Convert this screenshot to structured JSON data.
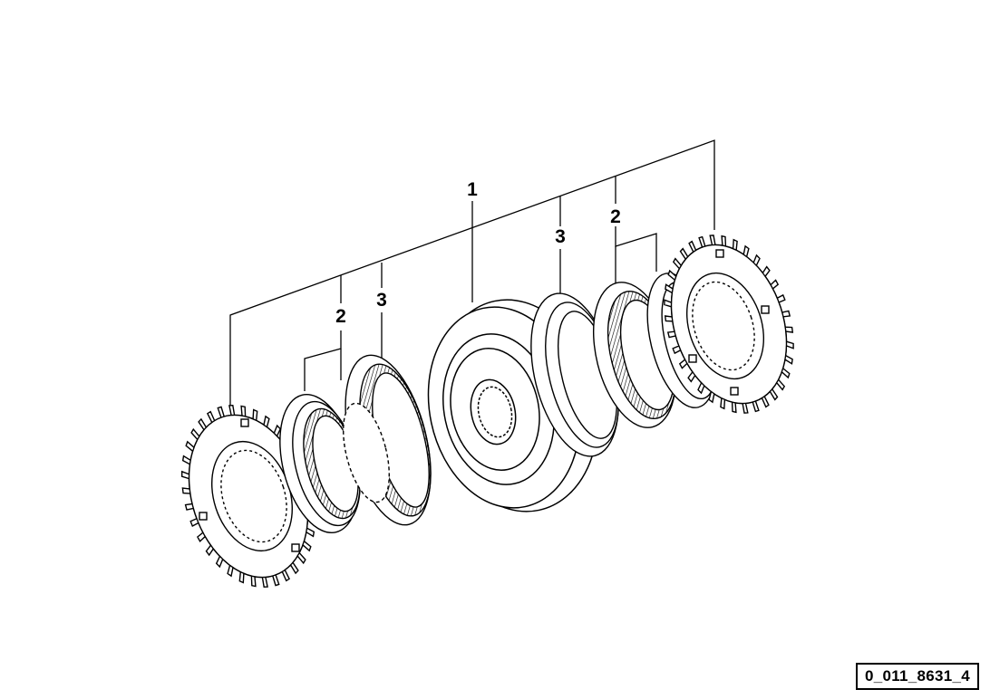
{
  "diagram": {
    "callouts": {
      "label_1": "1",
      "label_2_left": "2",
      "label_3_left": "3",
      "label_3_right": "3",
      "label_2_right": "2"
    },
    "reference_number": "0_011_8631_4"
  }
}
